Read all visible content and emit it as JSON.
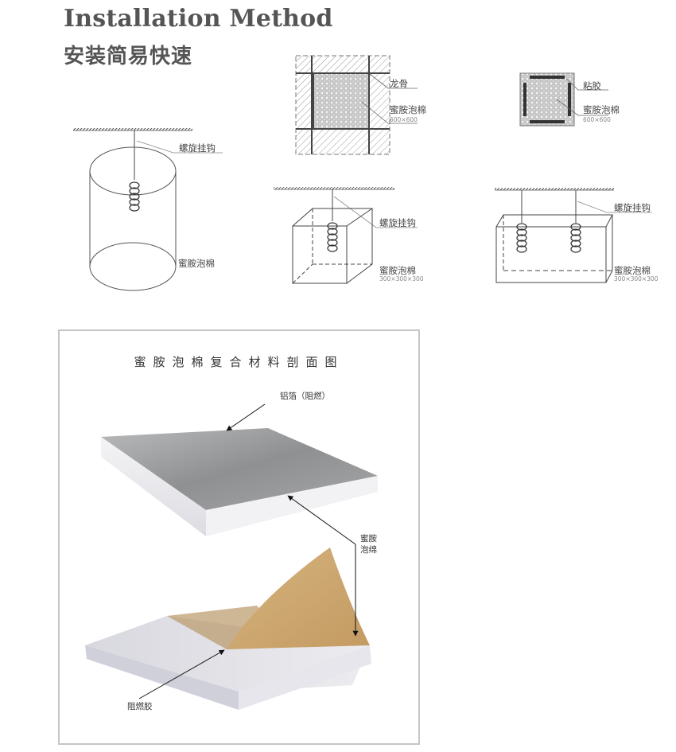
{
  "header": {
    "title_en": "Installation Method",
    "title_cn": "安装简易快速"
  },
  "diagrams": {
    "grid_ceiling": {
      "labels": {
        "frame": "龙骨",
        "foam": "蜜胺泡棉",
        "size": "600×600"
      }
    },
    "glued_panel": {
      "labels": {
        "glue": "粘胶",
        "foam": "蜜胺泡棉",
        "size": "600×600"
      }
    },
    "cylinder_hanging": {
      "labels": {
        "hook": "螺旋挂钩",
        "foam": "蜜胺泡棉"
      }
    },
    "cube_hanging": {
      "labels": {
        "hook": "螺旋挂钩",
        "foam": "蜜胺泡棉",
        "size": "300×300×300"
      }
    },
    "box_double_hanging": {
      "labels": {
        "hook": "螺旋挂钩",
        "foam": "蜜胺泡棉",
        "size": "300×300×300"
      }
    }
  },
  "cross_section": {
    "title": "蜜胺泡棉复合材料剖面图",
    "labels": {
      "foil": "铝箔（阻燃）",
      "foam_line1": "蜜胺",
      "foam_line2": "泡绵",
      "adhesive": "阻燃胶"
    }
  },
  "colors": {
    "title_text": "#555555",
    "line": "#555555",
    "frame_border": "#c6c6c6",
    "foil": "#9a9c9e",
    "foam_white": "#eeeef2",
    "kraft": "#c9a46e"
  }
}
